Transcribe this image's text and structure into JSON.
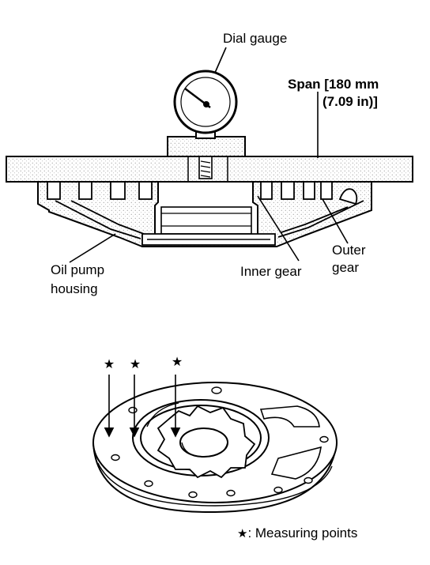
{
  "labels": {
    "dial_gauge": "Dial gauge",
    "span_line1": "Span [180 mm",
    "span_line2": "(7.09 in)]",
    "oil_pump_line1": "Oil pump",
    "oil_pump_line2": "housing",
    "inner_gear": "Inner gear",
    "outer_line1": "Outer",
    "outer_line2": "gear"
  },
  "legend": {
    "symbol": "★",
    "text": ": Measuring points"
  },
  "colors": {
    "ink": "#000000",
    "paper": "#ffffff",
    "stipple": "#9a9a9a"
  }
}
